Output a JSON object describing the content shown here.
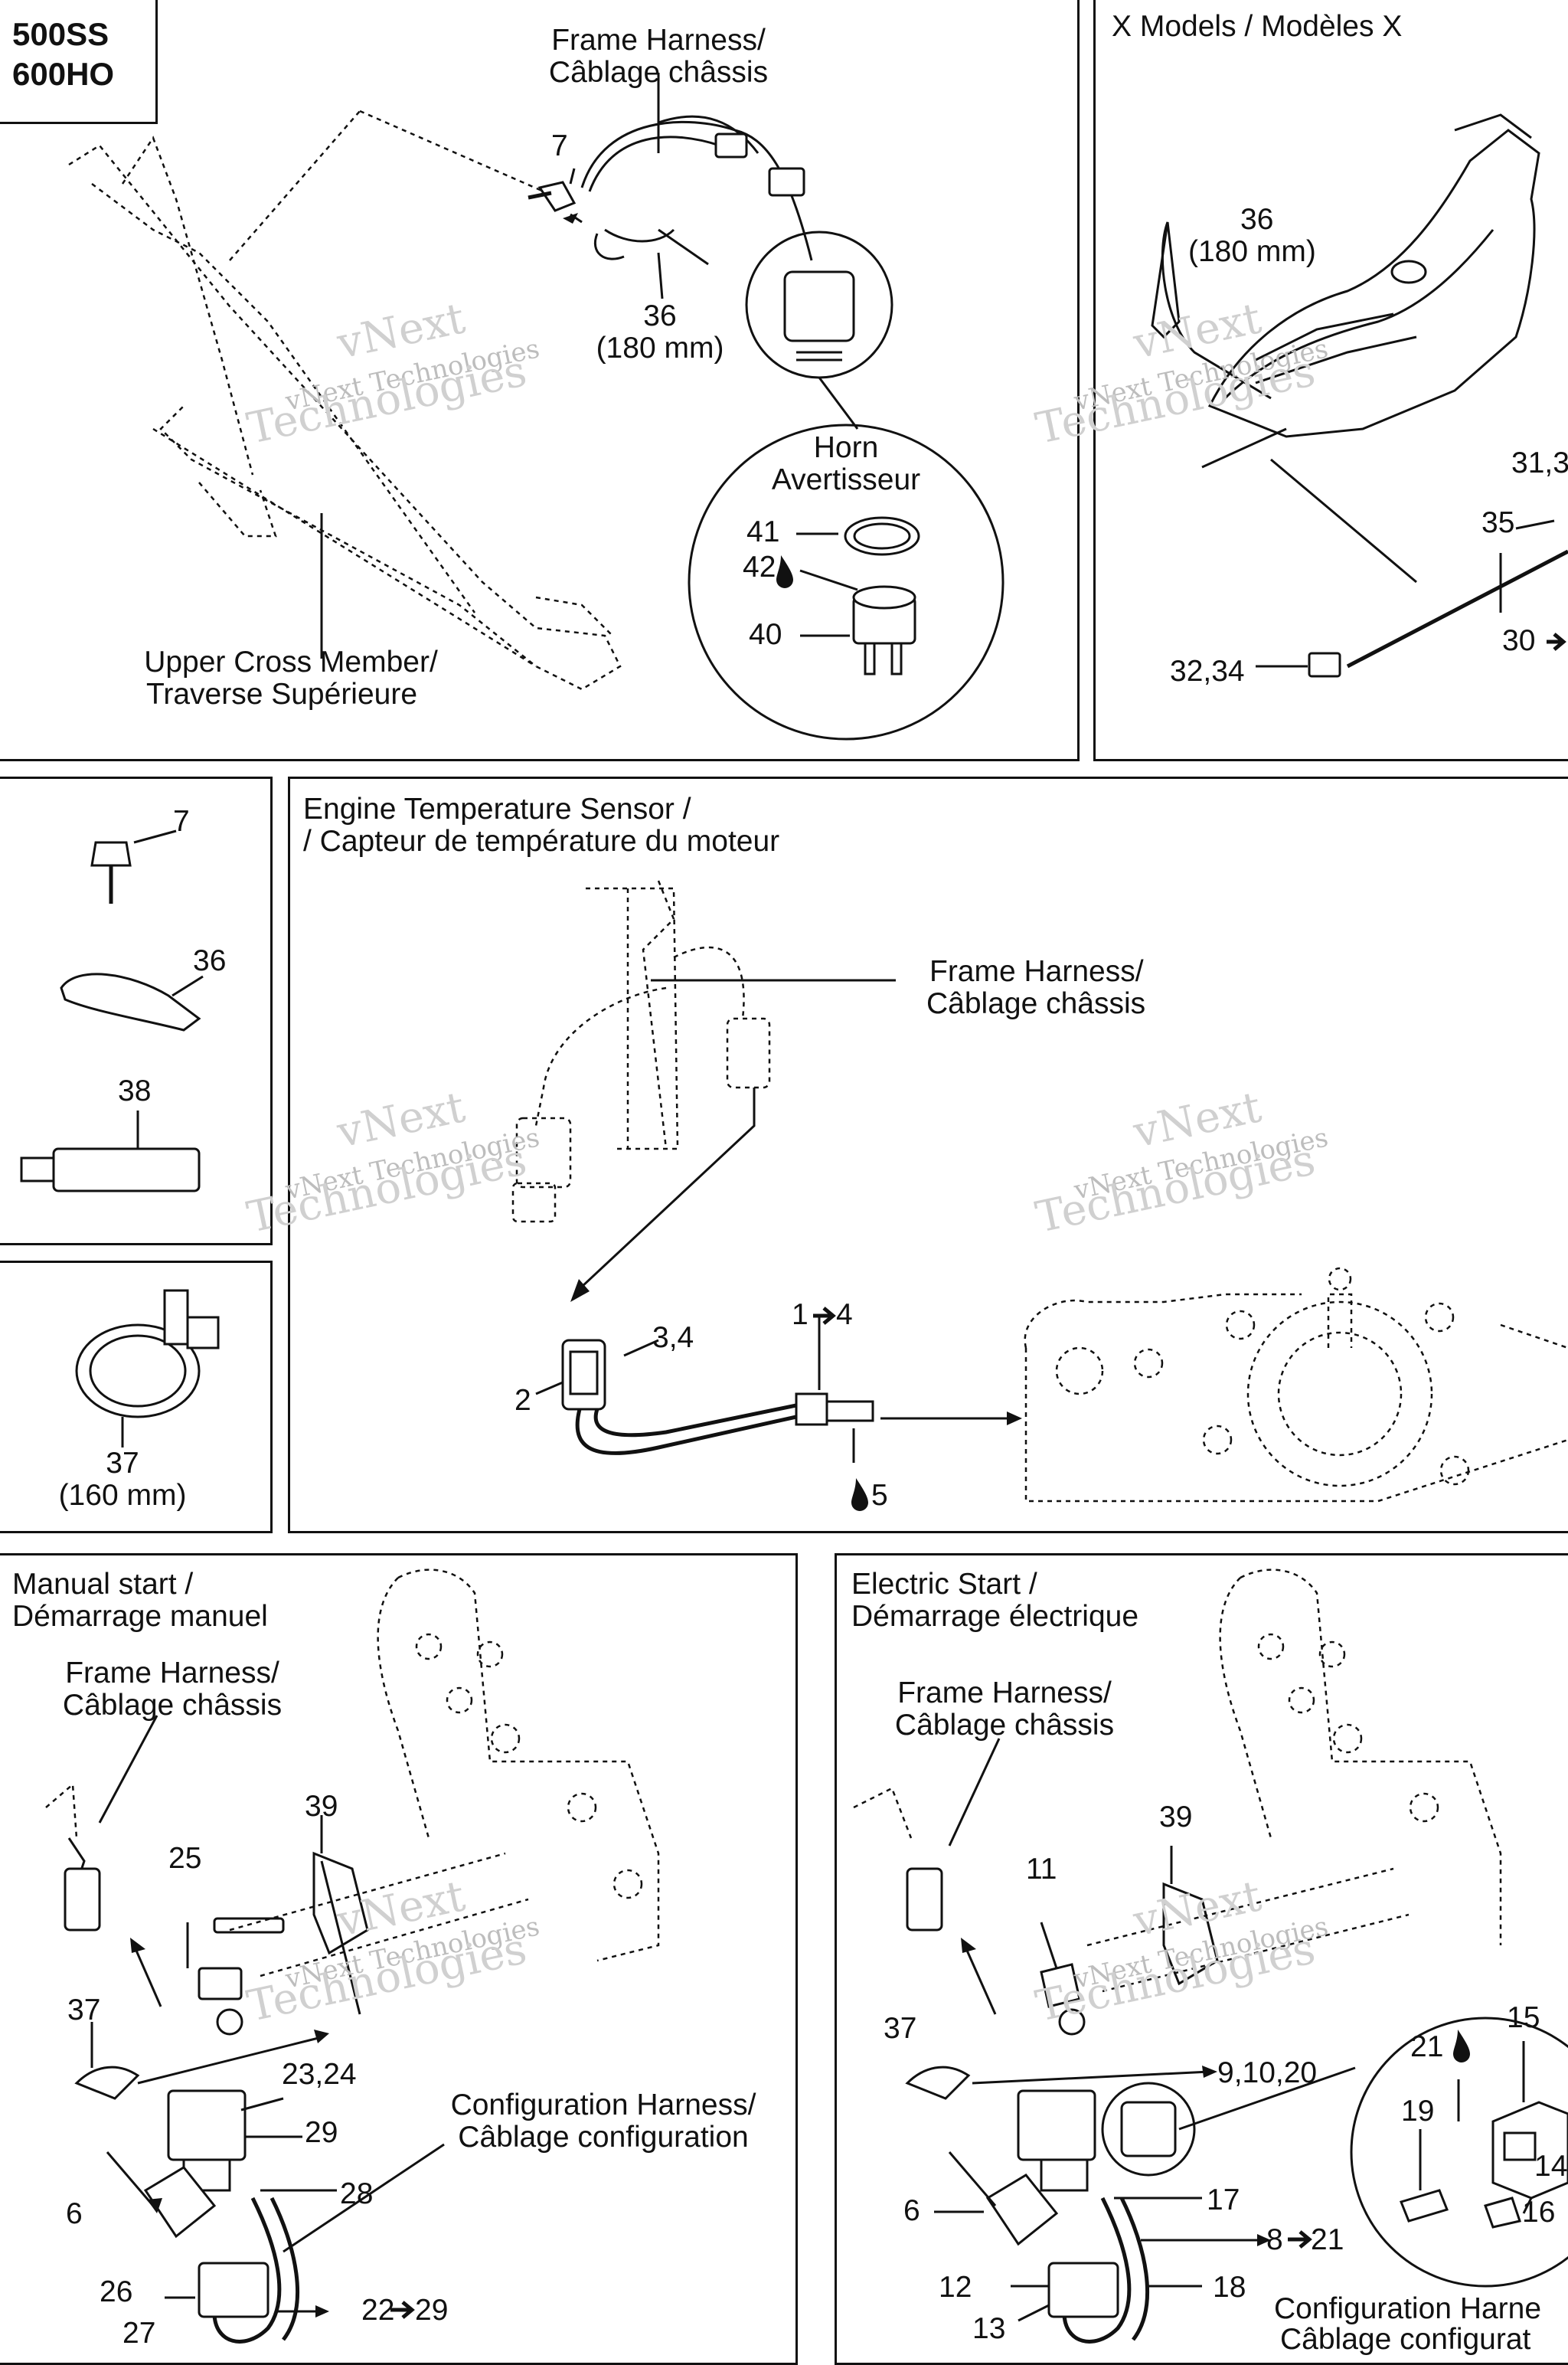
{
  "models": {
    "line1": "500SS",
    "line2": "600HO"
  },
  "top_left": {
    "frame_harness": "Frame Harness/",
    "frame_harness_fr": "Câblage châssis",
    "p7": "7",
    "p36": "36",
    "p36_len": "(180 mm)",
    "horn": "Horn",
    "horn_fr": "Avertisseur",
    "p41": "41",
    "p42": "42",
    "p40": "40",
    "upper_cross": "Upper Cross Member/",
    "upper_cross_fr": "Traverse Supérieure"
  },
  "top_right": {
    "title": "X Models / Modèles X",
    "p36": "36",
    "p36_len": "(180 mm)",
    "p31": "31,3",
    "p35": "35",
    "p30": "30",
    "p32": "32,34"
  },
  "parts": {
    "p7": "7",
    "p36": "36",
    "p38": "38",
    "p37": "37",
    "p37_len": "(160 mm)"
  },
  "engine": {
    "title": "Engine Temperature Sensor /",
    "title_fr": "/ Capteur de température du moteur",
    "frame_harness": "Frame Harness/",
    "frame_harness_fr": "Câblage châssis",
    "p2": "2",
    "p34": "3,4",
    "p14": "1",
    "p14_to": "4",
    "p5": "5"
  },
  "manual": {
    "title": "Manual start /",
    "title_fr": "Démarrage manuel",
    "frame_harness": "Frame Harness/",
    "frame_harness_fr": "Câblage châssis",
    "p39": "39",
    "p25": "25",
    "p37": "37",
    "p2324": "23,24",
    "p29": "29",
    "config": "Configuration Harness/",
    "config_fr": "Câblage configuration",
    "p6": "6",
    "p28": "28",
    "p26": "26",
    "p27": "27",
    "p22": "22",
    "p22_to": "29"
  },
  "electric": {
    "title": "Electric Start /",
    "title_fr": "Démarrage électrique",
    "frame_harness": "Frame Harness/",
    "frame_harness_fr": "Câblage châssis",
    "p39": "39",
    "p11": "11",
    "p37": "37",
    "p91020": "9,10,20",
    "p15": "15",
    "p21": "21",
    "p19": "19",
    "p14": "14",
    "p16": "16",
    "p6": "6",
    "p17": "17",
    "p8": "8",
    "p8_to": "21",
    "p12": "12",
    "p13": "13",
    "p18": "18",
    "config": "Configuration Harne",
    "config_fr": "Câblage configurat"
  },
  "watermark": {
    "line1": "vNext Technologies",
    "line2": "vNext",
    "line3": "Technologies"
  }
}
